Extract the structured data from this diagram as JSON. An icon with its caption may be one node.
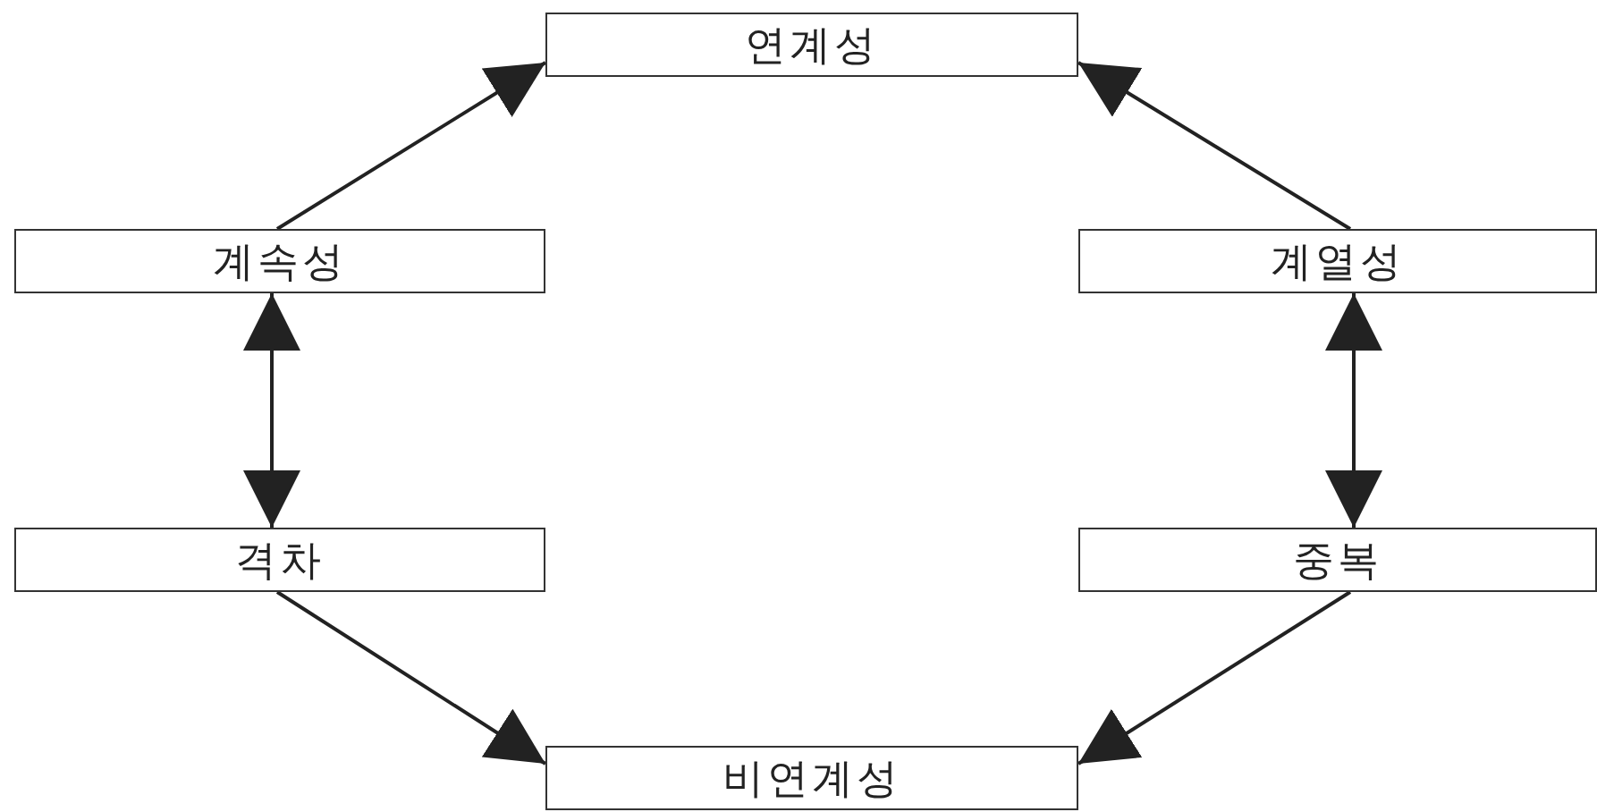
{
  "diagram": {
    "nodes": [
      {
        "text": [
          "연계성"
        ]
      },
      {
        "text": [
          "계속성"
        ]
      },
      {
        "text": [
          "계열성"
        ]
      },
      {
        "text": [
          "격차"
        ]
      },
      {
        "text": [
          "중복"
        ]
      },
      {
        "text": [
          "비연계성"
        ]
      }
    ],
    "edges": [
      {
        "from": 1,
        "to": 0,
        "arrow": "to"
      },
      {
        "from": 2,
        "to": 0,
        "arrow": "to"
      },
      {
        "from": 1,
        "to": 3,
        "arrow": "both"
      },
      {
        "from": 2,
        "to": 4,
        "arrow": "both"
      },
      {
        "from": 3,
        "to": 5,
        "arrow": "to"
      },
      {
        "from": 4,
        "to": 5,
        "arrow": "to"
      }
    ]
  }
}
